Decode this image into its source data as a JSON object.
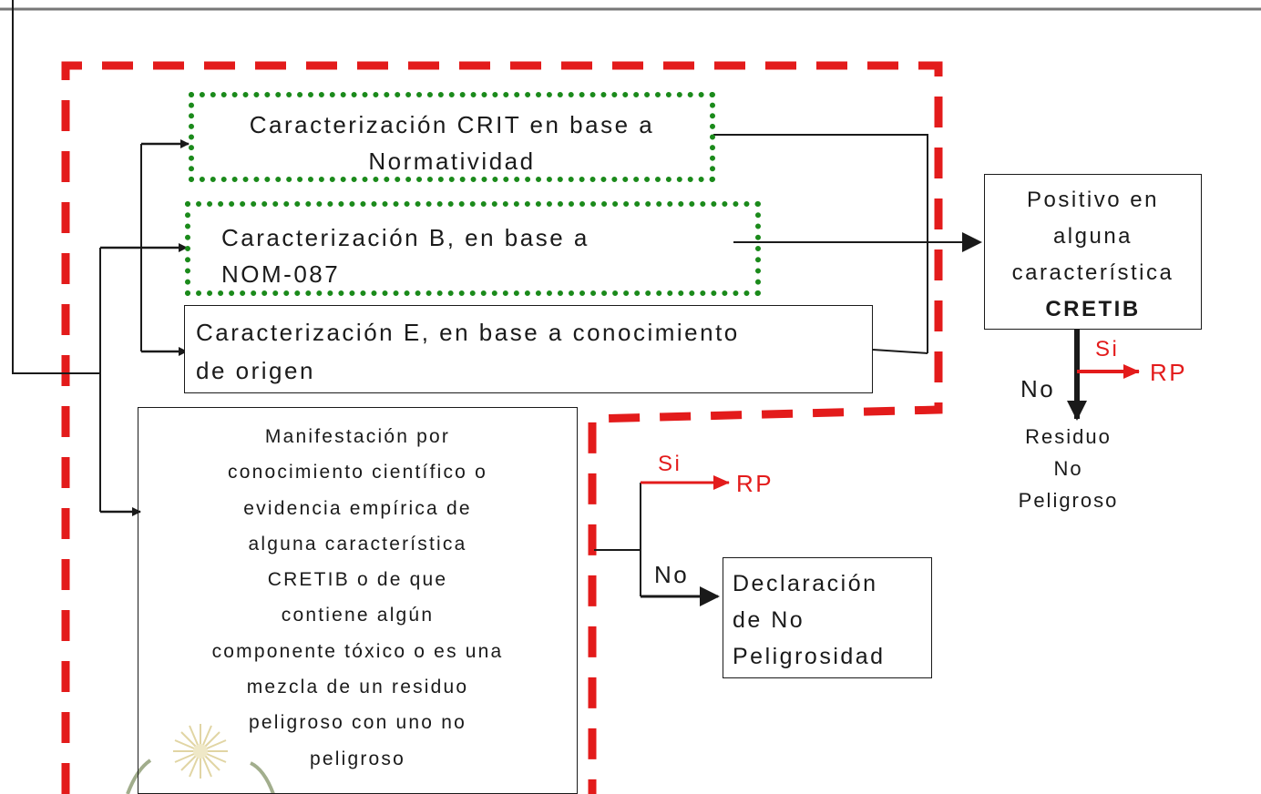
{
  "boxes": {
    "crit": [
      "Caracterización CRIT en base a",
      "Normatividad"
    ],
    "b": [
      "Caracterización B, en base a",
      "NOM-087"
    ],
    "e": [
      "Caracterización E, en base a conocimiento",
      "de origen"
    ],
    "positivo": [
      "Positivo en",
      "alguna",
      "característica",
      "CRETIB"
    ],
    "manifestacion": [
      "Manifestación por",
      "conocimiento científico o",
      "evidencia empírica de",
      "alguna característica",
      "CRETIB o de que",
      "contiene algún",
      "componente tóxico o es una",
      "mezcla de un residuo",
      "peligroso con uno no",
      "peligroso"
    ],
    "declaracion": [
      "Declaración",
      "de No",
      "Peligrosidad"
    ]
  },
  "labels": {
    "si_right": "Si",
    "rp_right": "RP",
    "no_right": "No",
    "residuo": [
      "Residuo",
      "No",
      "Peligroso"
    ],
    "si_mid": "Si",
    "rp_mid": "RP",
    "no_mid": "No"
  },
  "colors": {
    "red_dash": "#e31b1b",
    "green_dot": "#1b8a1b",
    "line": "#1a1a1a"
  }
}
